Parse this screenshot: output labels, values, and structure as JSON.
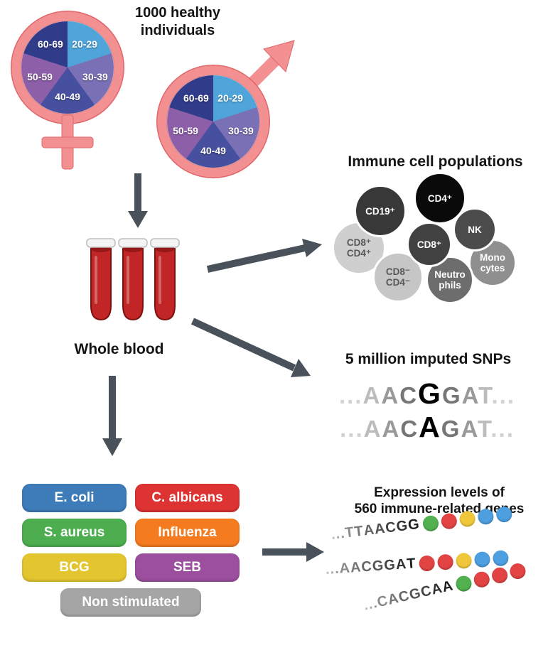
{
  "header": {
    "title_line1": "1000 healthy",
    "title_line2": "individuals"
  },
  "age_pie": {
    "segments": [
      {
        "label": "20-29",
        "color": "#4FA5DA"
      },
      {
        "label": "30-39",
        "color": "#7A70B6"
      },
      {
        "label": "40-49",
        "color": "#46509E"
      },
      {
        "label": "50-59",
        "color": "#8C5FA8"
      },
      {
        "label": "60-69",
        "color": "#303B8A"
      }
    ],
    "ring_color": "#F29092",
    "ring_edge_color": "#E0676B"
  },
  "blood": {
    "label": "Whole blood",
    "tube_color": "#C22525"
  },
  "immune": {
    "title": "Immune cell populations",
    "cells": [
      {
        "name": "cd8-pos-cd4-pos",
        "lines": [
          "CD8⁺",
          "CD4⁺"
        ],
        "bg": "#CFCFCF",
        "fg": "#585858"
      },
      {
        "name": "cd19-pos",
        "lines": [
          "CD19⁺"
        ],
        "bg": "#383838",
        "fg": "#FFFFFF"
      },
      {
        "name": "cd8-neg-cd4-neg",
        "lines": [
          "CD8⁻",
          "CD4⁻"
        ],
        "bg": "#C6C6C6",
        "fg": "#585858"
      },
      {
        "name": "monocytes",
        "lines": [
          "Mono",
          "cytes"
        ],
        "bg": "#8F8F8F",
        "fg": "#FFFFFF"
      },
      {
        "name": "nk",
        "lines": [
          "NK"
        ],
        "bg": "#4C4C4C",
        "fg": "#FFFFFF"
      },
      {
        "name": "neutrophils",
        "lines": [
          "Neutro",
          "phils"
        ],
        "bg": "#6D6D6D",
        "fg": "#FFFFFF"
      },
      {
        "name": "cd8-pos",
        "lines": [
          "CD8⁺"
        ],
        "bg": "#424242",
        "fg": "#FFFFFF"
      },
      {
        "name": "cd4-pos",
        "lines": [
          "CD4⁺"
        ],
        "bg": "#0A0A0A",
        "fg": "#FFFFFF"
      }
    ]
  },
  "snps": {
    "title": "5 million imputed SNPs",
    "sequences": [
      {
        "dots_left": "...",
        "pre": "AAC",
        "variant": "G",
        "post": "GAT",
        "dots_right": "..."
      },
      {
        "dots_left": "...",
        "pre": "AAC",
        "variant": "A",
        "post": "GAT",
        "dots_right": "..."
      }
    ]
  },
  "stimuli": {
    "items": [
      {
        "label": "E. coli",
        "color": "#3D7CB8"
      },
      {
        "label": "C. albicans",
        "color": "#DD3333"
      },
      {
        "label": "S. aureus",
        "color": "#4CAE4F"
      },
      {
        "label": "Influenza",
        "color": "#F47B20"
      },
      {
        "label": "BCG",
        "color": "#E3C530"
      },
      {
        "label": "SEB",
        "color": "#9B4F9E"
      },
      {
        "label": "Non stimulated",
        "color": "#A5A5A5"
      }
    ]
  },
  "expression": {
    "title_line1": "Expression levels of",
    "title_line2": "560 immune-related genes",
    "dot_colors": {
      "green": "#52B04F",
      "red": "#E24444",
      "yellow": "#F0C73B",
      "blue": "#4D9FE0"
    },
    "rows": [
      {
        "text": "...TTAACGG",
        "dots": [
          "green",
          "red",
          "yellow",
          "blue",
          "blue"
        ]
      },
      {
        "text": "...AACGGAT",
        "dots": [
          "red",
          "red",
          "yellow",
          "blue",
          "blue"
        ]
      },
      {
        "text": "...CACGCAA",
        "dots": [
          "green",
          "red",
          "red",
          "red"
        ]
      }
    ]
  },
  "palette": {
    "arrow": "#49525A"
  }
}
